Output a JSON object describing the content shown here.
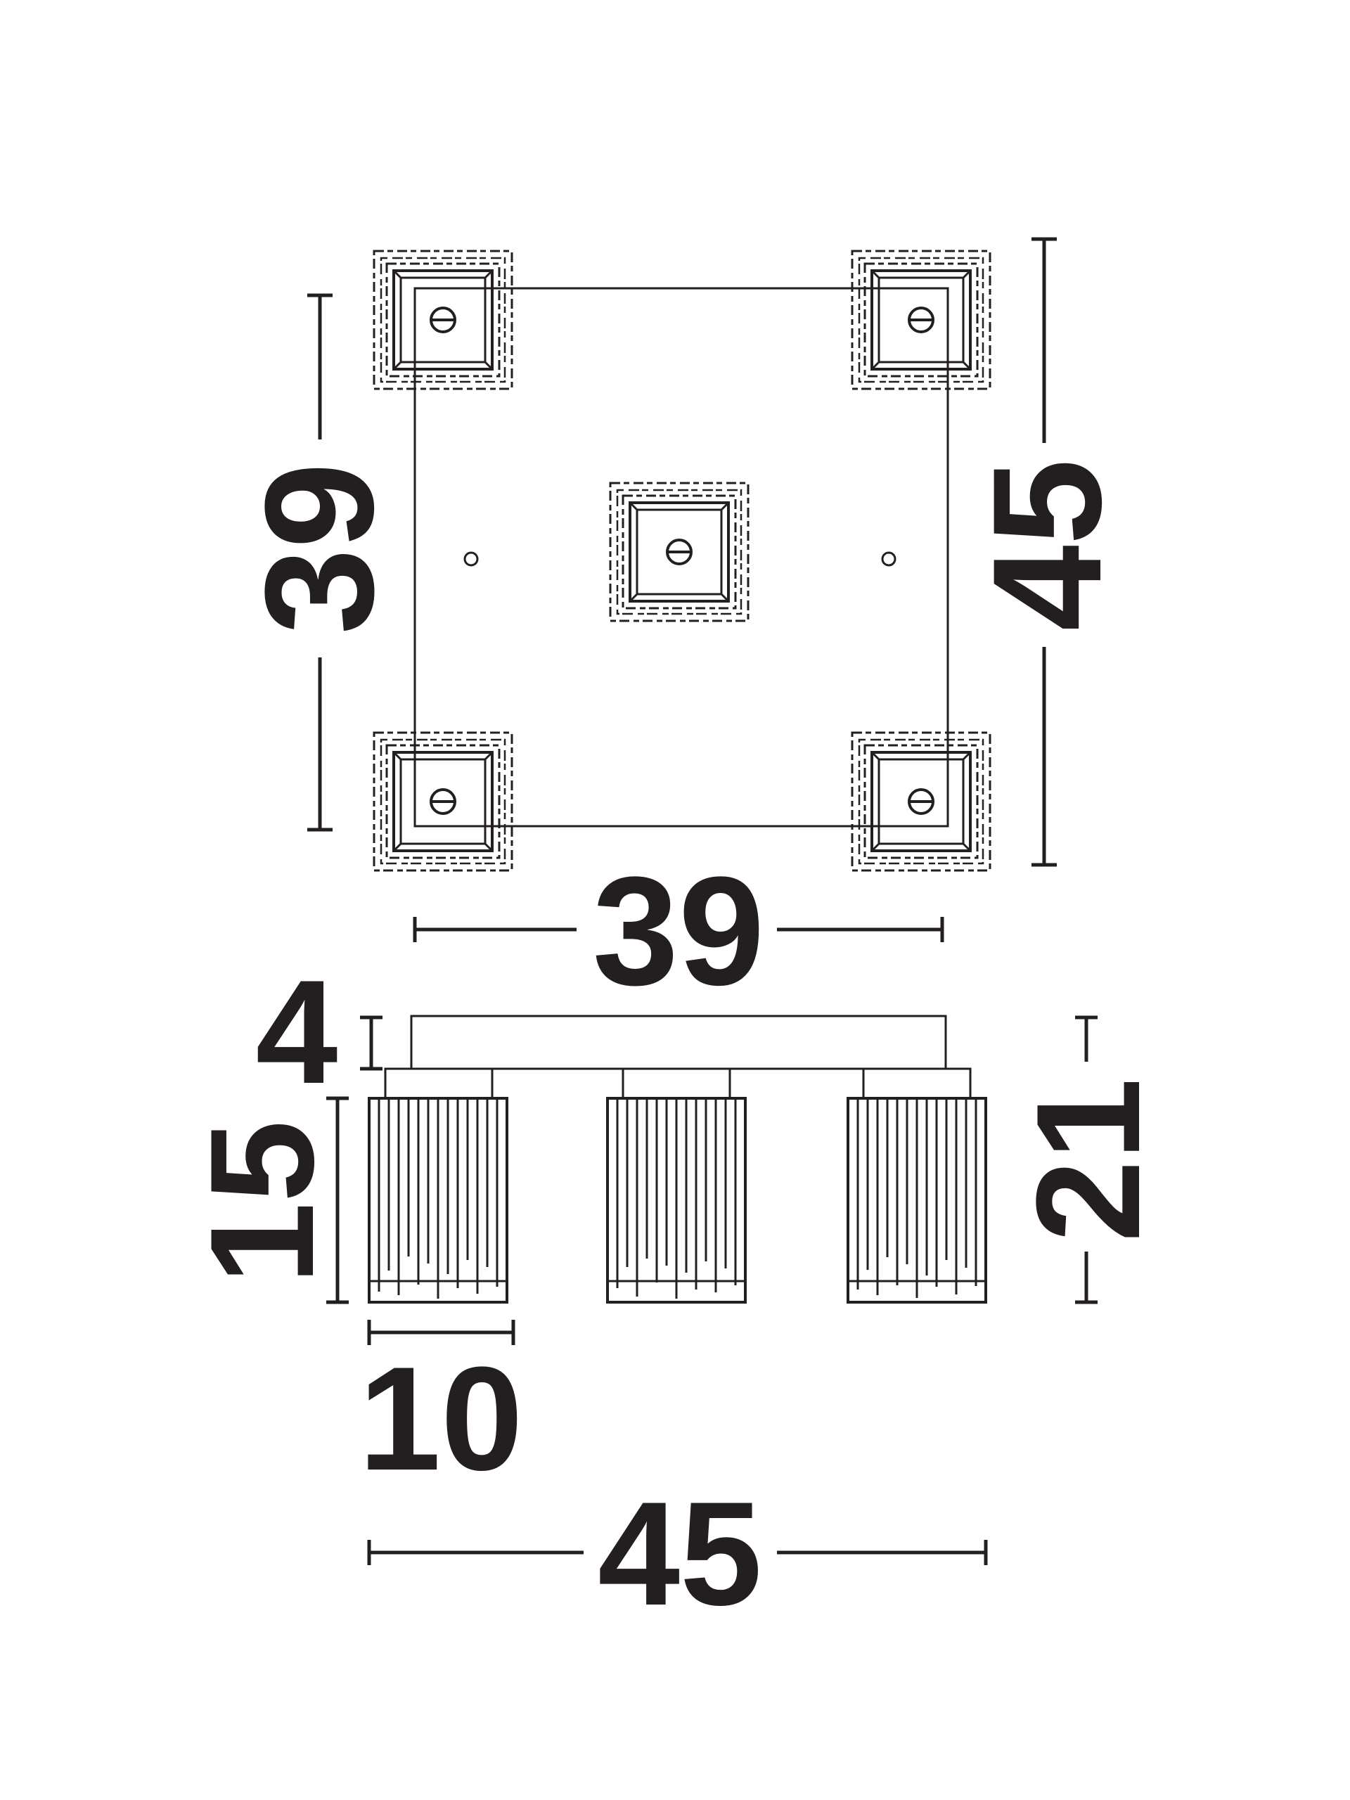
{
  "diagram": {
    "line_color": "#231f20",
    "background": "#ffffff",
    "top_view": {
      "dim_left": "39",
      "dim_right": "45",
      "dim_bottom": "39"
    },
    "side_view": {
      "dim_canopy": "4",
      "dim_shade_height": "15",
      "dim_total_height": "21",
      "dim_shade_width": "10",
      "dim_total_width": "45"
    }
  }
}
